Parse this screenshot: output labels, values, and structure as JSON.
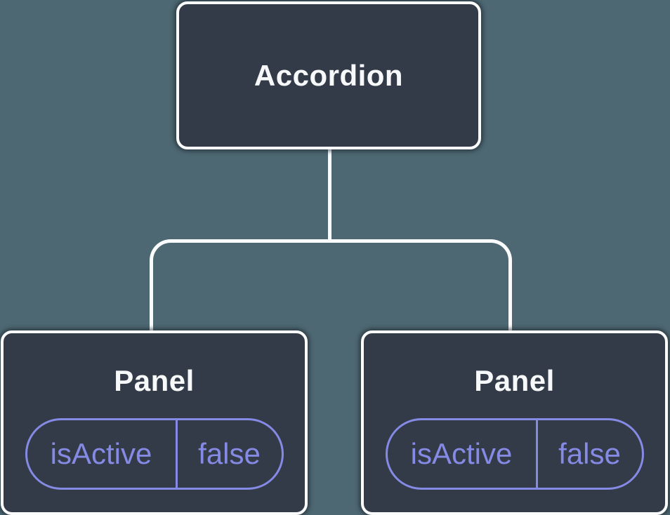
{
  "diagram": {
    "description": "React component tree diagram: Accordion parent with two Panel children, each holding isActive state",
    "root": {
      "label": "Accordion"
    },
    "children": [
      {
        "label": "Panel",
        "state": {
          "key": "isActive",
          "value": "false"
        }
      },
      {
        "label": "Panel",
        "state": {
          "key": "isActive",
          "value": "false"
        }
      }
    ],
    "colors": {
      "background": "#4D6872",
      "node_fill": "#343B48",
      "node_border": "#FBFCFD",
      "connector": "#FAFBFC",
      "title_text": "#F6F8FA",
      "state_accent": "#858AE5"
    }
  }
}
